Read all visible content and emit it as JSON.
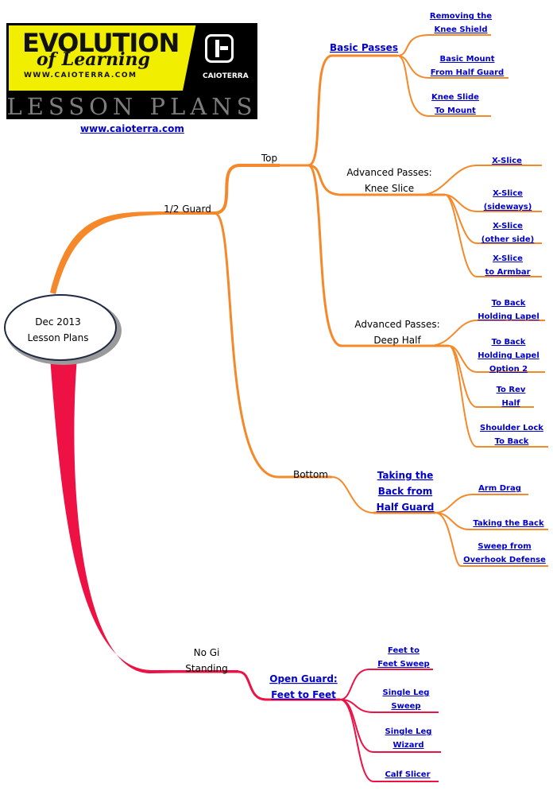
{
  "logo": {
    "brand_top": "EVOLUTION",
    "brand_script": "of Learning",
    "url_text": "WWW.CAIOTERRA.COM",
    "brand_mark": "CAIOTERRA",
    "subtitle": "LESSON PLANS"
  },
  "site_link": "www.caioterra.com",
  "root": {
    "line1": "Dec 2013",
    "line2": "Lesson Plans"
  },
  "colors": {
    "orange_branch": "#f5892a",
    "red_branch": "#ee1144",
    "link": "#0000cc",
    "text": "#000000"
  },
  "nodes": {
    "half_guard": "1/2 Guard",
    "top": "Top",
    "bottom": "Bottom",
    "basic_passes": "Basic Passes",
    "removing_knee_shield": [
      "Removing the",
      "Knee Shield"
    ],
    "basic_mount": [
      "Basic Mount",
      "From Half Guard"
    ],
    "knee_slide": [
      "Knee Slide",
      "To Mount"
    ],
    "advanced_knee_slice": [
      "Advanced Passes:",
      "Knee Slice"
    ],
    "x_slice": [
      "X-Slice"
    ],
    "x_slice_sideways": [
      "X-Slice",
      "(sideways)"
    ],
    "x_slice_other": [
      "X-Slice",
      "(other side)"
    ],
    "x_slice_armbar": [
      "X-Slice",
      "to Armbar"
    ],
    "advanced_deep_half": [
      "Advanced Passes:",
      "Deep Half"
    ],
    "to_back_lapel": [
      "To Back",
      "Holding Lapel"
    ],
    "to_back_lapel_2": [
      "To Back",
      "Holding Lapel",
      "Option 2"
    ],
    "to_rev_half": [
      "To Rev",
      "Half"
    ],
    "shoulder_lock": [
      "Shoulder Lock",
      "To Back"
    ],
    "taking_back_half": [
      "Taking the",
      "Back from",
      "Half Guard"
    ],
    "arm_drag": [
      "Arm Drag"
    ],
    "taking_the_back": [
      "Taking the Back"
    ],
    "sweep_overhook": [
      "Sweep from",
      "Overhook Defense"
    ],
    "no_gi": [
      "No Gi",
      "Standing"
    ],
    "open_guard": [
      "Open Guard:",
      "Feet to Feet"
    ],
    "feet_sweep": [
      "Feet to",
      "Feet Sweep"
    ],
    "single_leg_sweep": [
      "Single Leg",
      "Sweep"
    ],
    "single_leg_wizard": [
      "Single Leg",
      "Wizard"
    ],
    "calf_slicer": [
      "Calf Slicer"
    ]
  }
}
